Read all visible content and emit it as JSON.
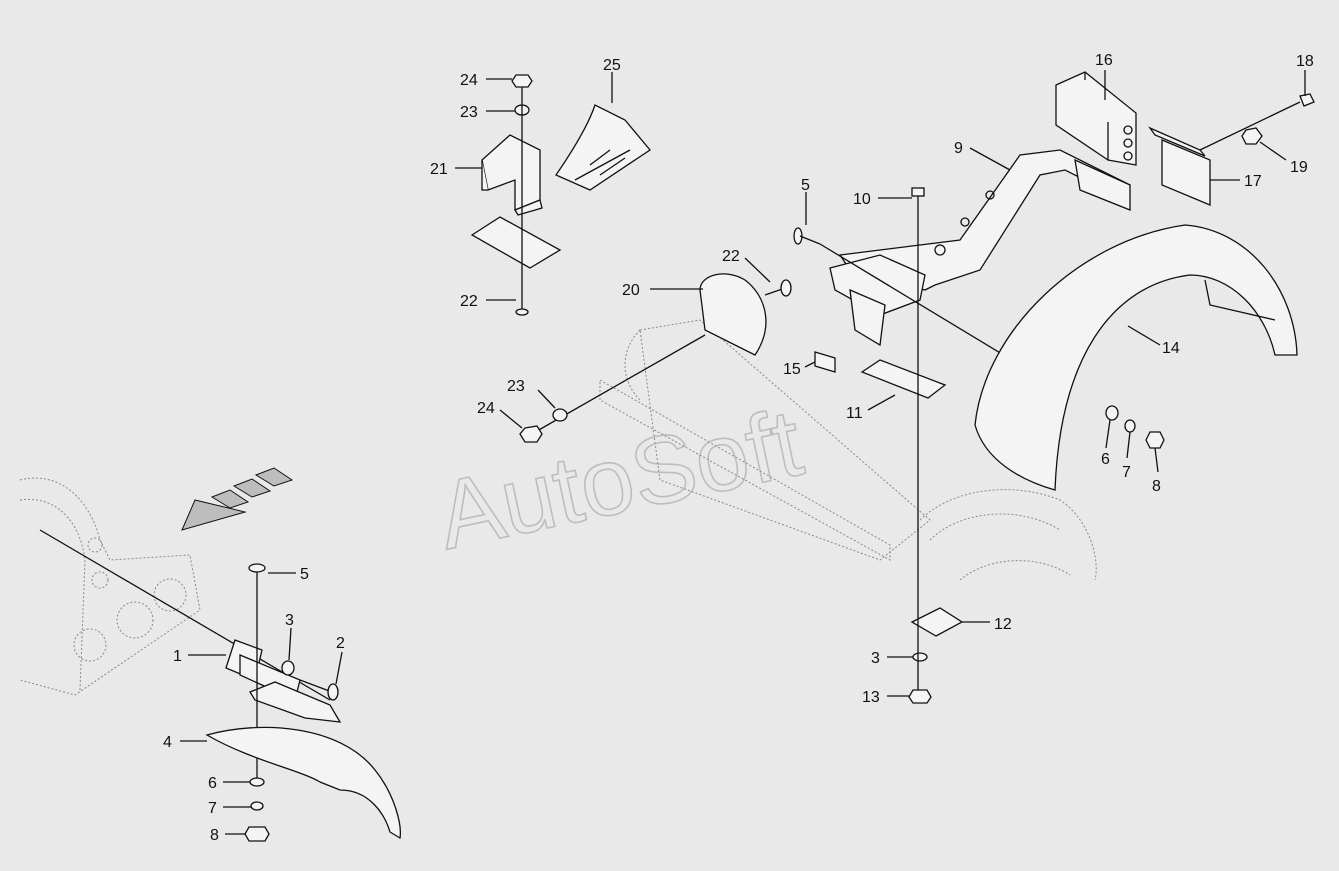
{
  "watermark": "AutoSoft",
  "callouts": {
    "c1": "1",
    "c2": "2",
    "c3a": "3",
    "c3b": "3",
    "c4": "4",
    "c5a": "5",
    "c5b": "5",
    "c6a": "6",
    "c6b": "6",
    "c7a": "7",
    "c7b": "7",
    "c8a": "8",
    "c8b": "8",
    "c9": "9",
    "c10": "10",
    "c11": "11",
    "c12": "12",
    "c13": "13",
    "c14": "14",
    "c15": "15",
    "c16": "16",
    "c17": "17",
    "c18": "18",
    "c19": "19",
    "c20": "20",
    "c21": "21",
    "c22a": "22",
    "c22b": "22",
    "c23a": "23",
    "c23b": "23",
    "c24a": "24",
    "c24b": "24",
    "c25": "25"
  }
}
